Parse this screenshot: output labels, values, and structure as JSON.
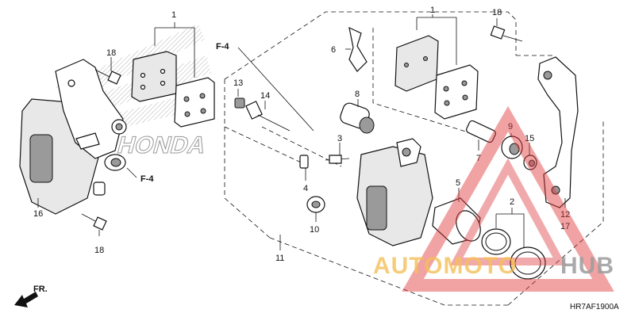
{
  "diagram": {
    "code": "HR7AF1900A",
    "front_marker": "FR.",
    "callouts": {
      "pads_left": "1",
      "bolt_left_top": "18",
      "bolt_left_bottom": "18",
      "caliper_left": "16",
      "f4_left": "F-4",
      "f4_top": "F-4",
      "bleeder_cap": "13",
      "pin": "14",
      "bleeder_valve": "3",
      "bleeder_cap_small": "4",
      "boot_small": "10",
      "caliper_body": "11",
      "pad_spring": "6",
      "boot_pin": "8",
      "pads_right": "1",
      "bolt_right_top": "18",
      "sleeve": "7",
      "boot_9": "9",
      "ring_15": "15",
      "piston": "5",
      "seal_set": "2",
      "bracket_12": "12",
      "bracket_17": "17"
    },
    "background_wordmark": "HONDA",
    "watermark": {
      "part1": "AUTOMOTO",
      "part2": "HUB",
      "color1": "#f2b43c",
      "color2": "#8a8a8a",
      "triangle_color": "#e0383a"
    }
  }
}
